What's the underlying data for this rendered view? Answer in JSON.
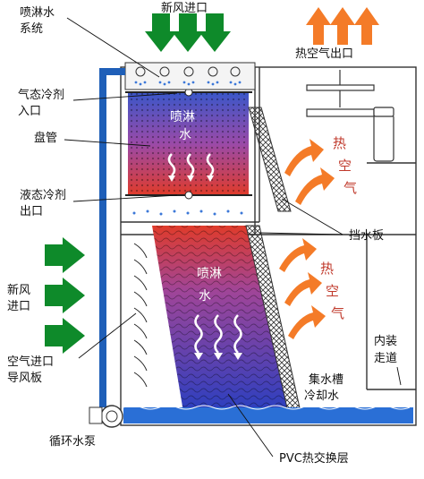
{
  "labels": {
    "spray_system": [
      "喷淋水",
      "系统"
    ],
    "fresh_air_inlet_top": "新风进口",
    "hot_air_outlet": "热空气出口",
    "gas_refrigerant_inlet": [
      "气态冷剂",
      "入口"
    ],
    "coil": "盘管",
    "coil_spray": [
      "喷淋",
      "水"
    ],
    "hot_air_upper": [
      "热",
      "空",
      "气"
    ],
    "liquid_refrigerant_outlet": [
      "液态冷剂",
      "出口"
    ],
    "drift_eliminator": "挡水板",
    "fresh_air_inlet_side": [
      "新风",
      "进口"
    ],
    "fill_spray": [
      "喷淋",
      "水"
    ],
    "hot_air_lower": [
      "热",
      "空",
      "气"
    ],
    "inner_walkway": [
      "内装",
      "走道"
    ],
    "air_inlet_louver": [
      "空气进口",
      "导风板"
    ],
    "water_basin_cooling": [
      "集水槽",
      "冷却水"
    ],
    "circulation_pump": "循环水泵",
    "pvc_fill": "PVC热交换层"
  },
  "colors": {
    "green_arrow": "#0e8a2a",
    "orange_arrow": "#f47b28",
    "pipe_blue": "#1f5fb8",
    "water_blue": "#2a6fd6",
    "hot_red": "#d9372b",
    "cool_blue": "#2b46c4"
  }
}
